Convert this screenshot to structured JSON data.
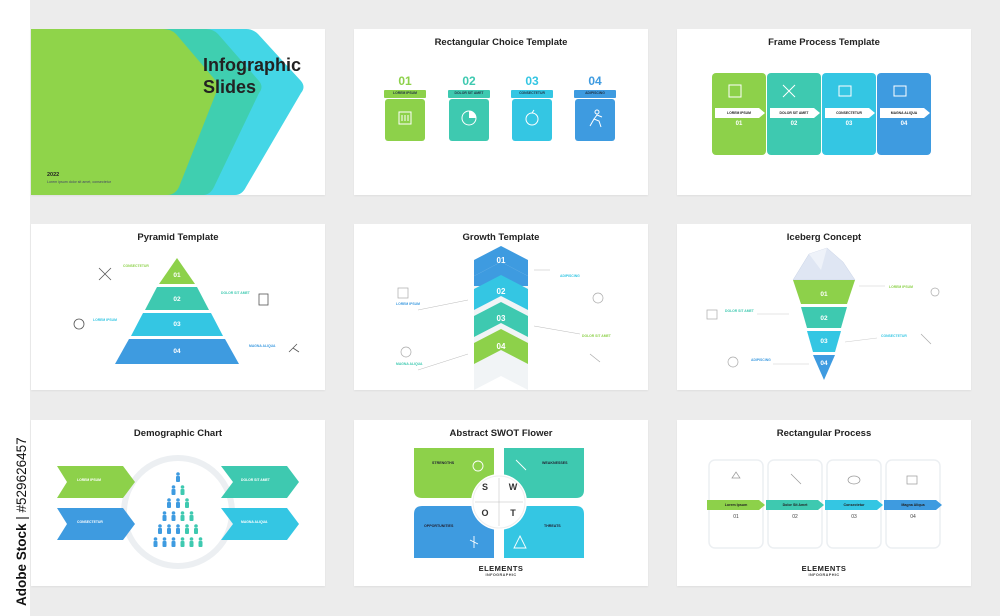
{
  "watermark": {
    "brand": "Adobe Stock",
    "id": "#529626457"
  },
  "colors": {
    "green": "#8dd14a",
    "teal": "#44c9c0",
    "cyan": "#34c6e3",
    "blue": "#3e9be0",
    "lime": "#a6d943"
  },
  "cover": {
    "title_line1": "Infographic",
    "title_line2": "Slides",
    "year": "2022",
    "subtitle": "Lorem ipsum dolor sit amet, consectetur"
  },
  "rect_choice": {
    "title": "Rectangular Choice Template",
    "numbers": [
      "01",
      "02",
      "03",
      "04"
    ],
    "labels": [
      "LOREM IPSUM",
      "DOLOR SIT AMET",
      "CONSECTETUR",
      "ADIPISCING"
    ]
  },
  "frame_process": {
    "title": "Frame Process Template",
    "labels": [
      "LOREM IPSUM",
      "DOLOR SIT AMET",
      "CONSECTETUR",
      "MAGNA ALIQUA"
    ],
    "numbers": [
      "01",
      "02",
      "03",
      "04"
    ]
  },
  "pyramid": {
    "title": "Pyramid Template",
    "numbers": [
      "01",
      "02",
      "03",
      "04"
    ],
    "labels": [
      "CONSECTETUR",
      "DOLOR SIT AMET",
      "LOREM IPSUM",
      "MAGNA ALIQUA"
    ]
  },
  "growth": {
    "title": "Growth Template",
    "numbers": [
      "01",
      "02",
      "03",
      "04"
    ],
    "labels": [
      "LOREM IPSUM",
      "ADIPISCING",
      "MAGNA ALIQUA",
      "DOLOR SIT AMET"
    ]
  },
  "iceberg": {
    "title": "Iceberg Concept",
    "numbers": [
      "01",
      "02",
      "03",
      "04"
    ],
    "labels": [
      "LOREM IPSUM",
      "DOLOR SIT AMET",
      "CONSECTETUR",
      "ADIPISCING"
    ]
  },
  "demographic": {
    "title": "Demographic Chart",
    "labels": [
      "LOREM IPSUM",
      "DOLOR SIT AMET",
      "CONSECTETUR",
      "MAGNA ALIQUA"
    ]
  },
  "swot": {
    "title": "Abstract SWOT Flower",
    "quadrants": [
      "STRENGTHS",
      "WEAKNESSES",
      "OPPORTUNITIES",
      "THREATS"
    ],
    "letters": [
      "S",
      "W",
      "O",
      "T"
    ],
    "logo_main": "ELEMENTS",
    "logo_sub": "INFOGRAPHIC"
  },
  "rect_process": {
    "title": "Rectangular Process",
    "labels": [
      "Lorem Ipsum",
      "Dolor Sit Amet",
      "Consectetur",
      "Magna Aliqua"
    ],
    "numbers": [
      "01",
      "02",
      "03",
      "04"
    ],
    "logo_main": "ELEMENTS",
    "logo_sub": "INFOGRAPHIC"
  }
}
